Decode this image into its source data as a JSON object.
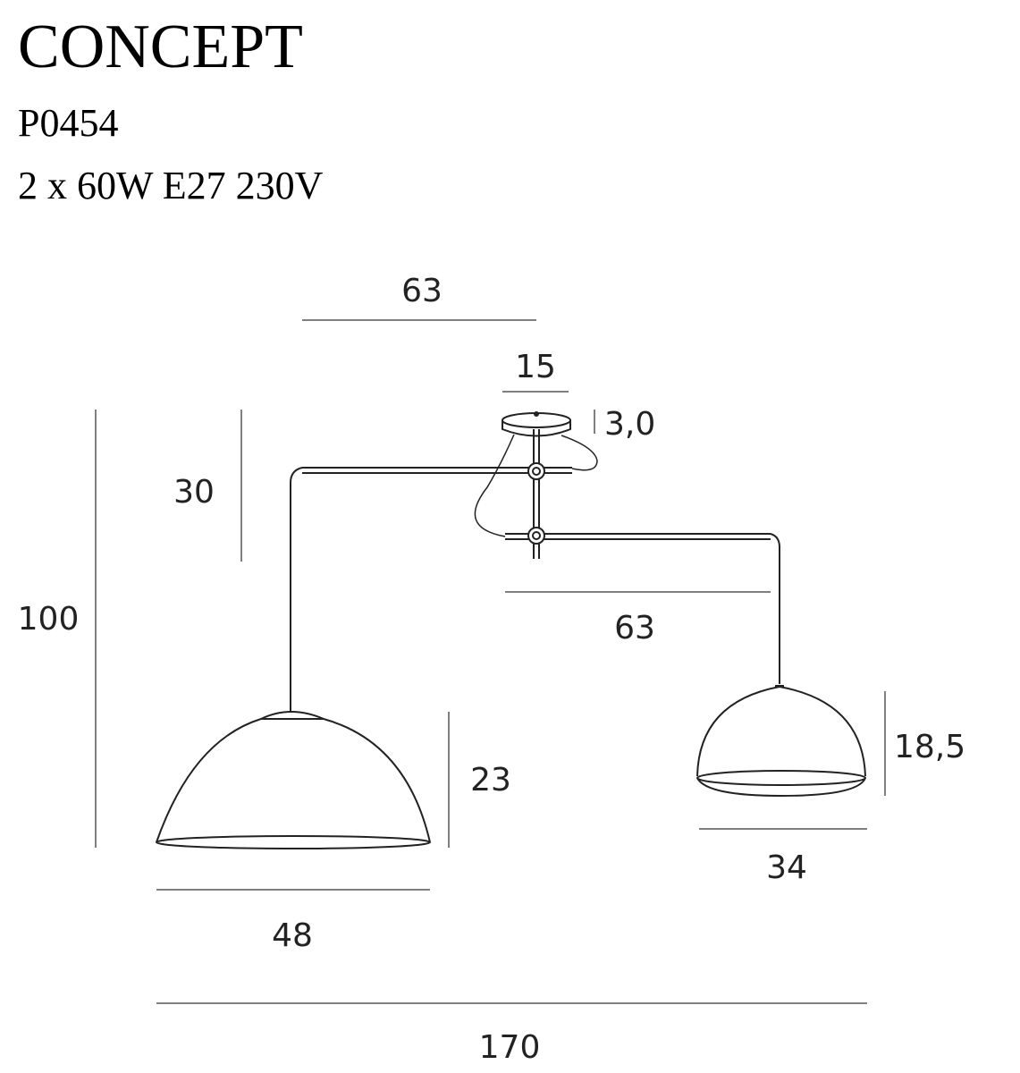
{
  "product": {
    "name": "CONCEPT",
    "code": "P0454",
    "specs": "2 x 60W E27 230V"
  },
  "dimensions": {
    "top_arm_length": "63",
    "canopy_width": "15",
    "canopy_height": "3,0",
    "top_arm_drop": "30",
    "total_height": "100",
    "lower_arm_length": "63",
    "large_shade_height": "23",
    "small_shade_height": "18,5",
    "large_shade_diameter": "48",
    "small_shade_diameter": "34",
    "total_width": "170"
  }
}
